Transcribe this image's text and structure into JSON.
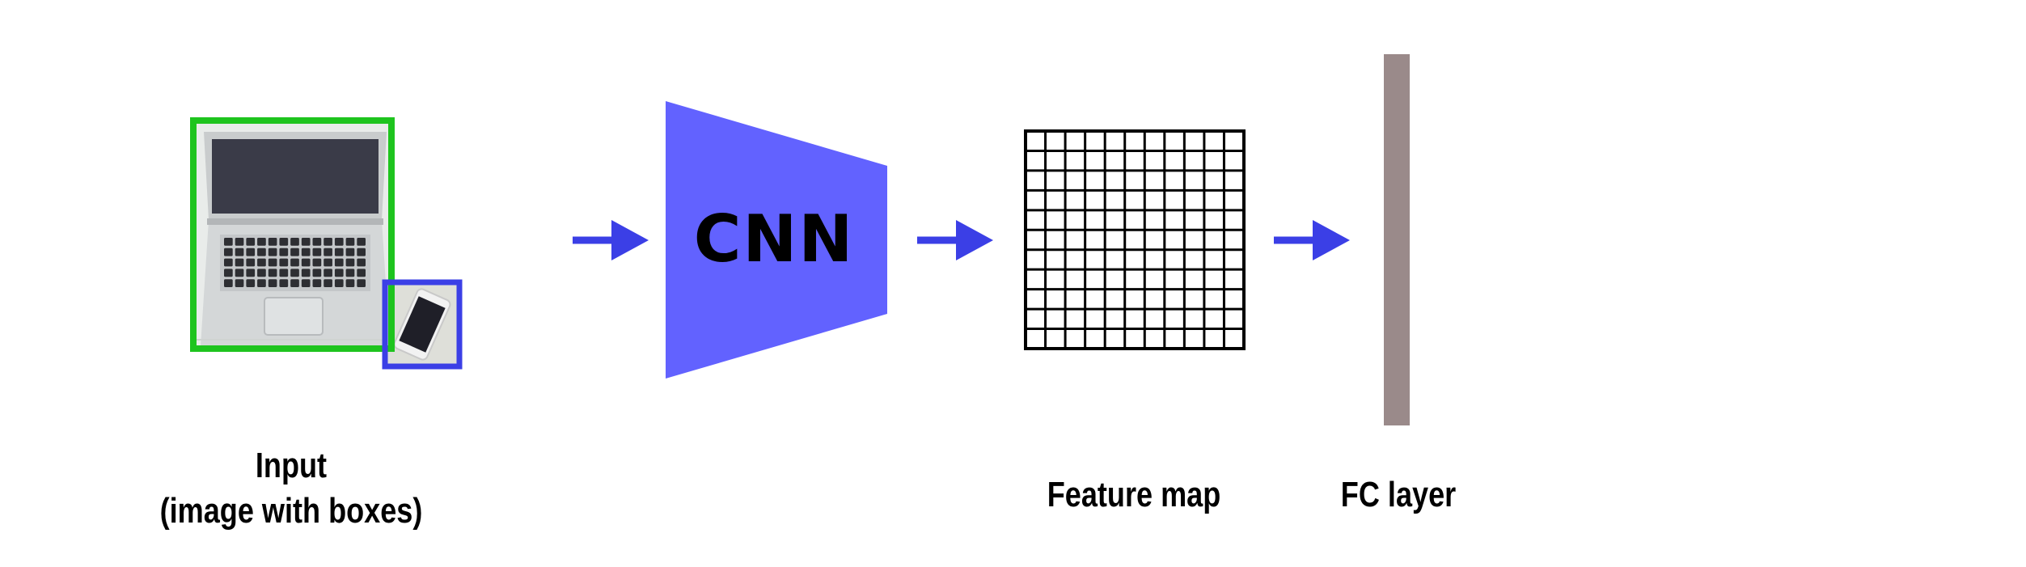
{
  "input": {
    "label_line1": "Input",
    "label_line2": "(image with boxes)",
    "boxes": [
      {
        "object": "laptop",
        "color": "#1ec41e"
      },
      {
        "object": "phone",
        "color": "#3b3fe6"
      }
    ]
  },
  "cnn": {
    "label": "CNN",
    "color": "#6262ff"
  },
  "feature_map": {
    "label": "Feature map",
    "grid_rows": 11,
    "grid_cols": 11
  },
  "fc_layer": {
    "label": "FC layer",
    "color": "#9a8a8a"
  },
  "arrow_color": "#3b3fe6"
}
